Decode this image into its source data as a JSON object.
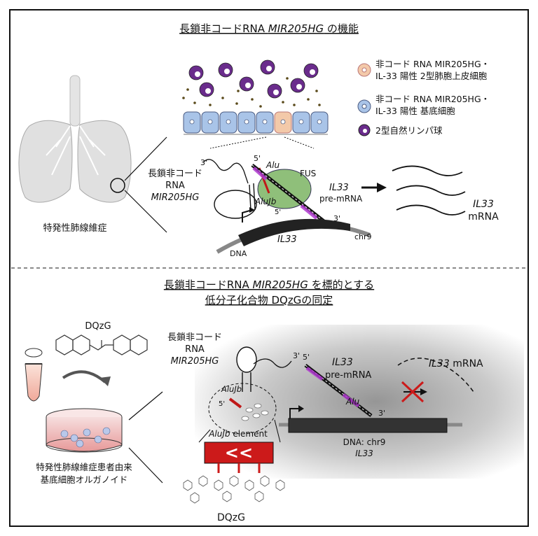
{
  "top": {
    "title_a": "長鎖非コードRNA ",
    "title_b": "MIR205HG",
    "title_c": " の機能",
    "disease": "特発性肺線維症",
    "legend": {
      "l1a": "非コード RNA MIR205HG・",
      "l1b": "IL-33 陽性 2型肺胞上皮細胞",
      "l2a": "非コード RNA MIR205HG・",
      "l2b": "IL-33 陽性 基底細胞",
      "l3": "2型自然リンパ球",
      "colors": {
        "at2": "#f3c9a9",
        "basal": "#a9c4e8",
        "ilc2": "#6a2c8c"
      }
    },
    "lnc_line1": "長鎖非コード",
    "lnc_line2": "RNA",
    "lnc_line3": "MIR205HG",
    "three_prime": "3'",
    "five_prime": "5'",
    "five_prime2": "5'",
    "three_prime2": "3'",
    "alu": "Alu",
    "alujb": "AluJb",
    "fus": "FUS",
    "il33_pre1": "IL33",
    "il33_pre2": "pre-mRNA",
    "il33_gene": "IL33",
    "chr": "chr9",
    "dna": "DNA",
    "mrna1": "IL33",
    "mrna2": "mRNA"
  },
  "bottom": {
    "title_a": "長鎖非コードRNA ",
    "title_b": "MIR205HG",
    "title_c": " を標的とする",
    "title2": "低分子化合物 DQzGの同定",
    "compound": "DQzG",
    "organoid1": "特発性肺線維症患者由来",
    "organoid2": "基底細胞オルガノイド",
    "lnc_line1": "長鎖非コード",
    "lnc_line2": "RNA",
    "lnc_line3": "MIR205HG",
    "three_prime": "3'",
    "five_prime": "5'",
    "five_prime2": "5'",
    "three_prime2": "3'",
    "alujb": "AluJb",
    "alujb_element_a": "AluJb",
    "alujb_element_b": " element",
    "arrows": "<<",
    "il33_pre1": "IL33",
    "il33_pre2": "pre-mRNA",
    "alu": "Alu",
    "mrna": "IL33",
    "mrna_b": " mRNA",
    "dna_chr": "DNA: chr9",
    "il33_gene": "IL33",
    "compound_bottom": "DQzG"
  }
}
